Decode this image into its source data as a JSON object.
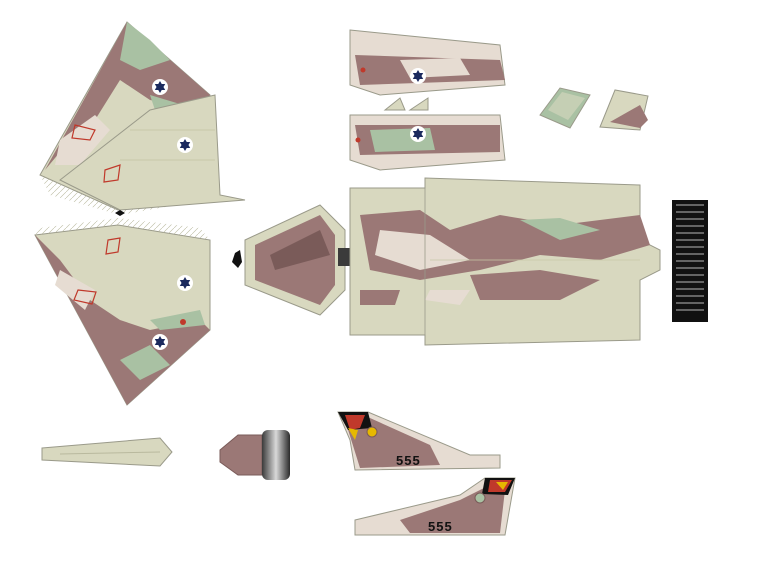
{
  "sheet": {
    "colors": {
      "tan": "#d8d8bf",
      "tan_dark": "#c7c7a8",
      "sand": "#e6dcd2",
      "brown": "#9b7876",
      "brown_dark": "#7a5b59",
      "green": "#a9c1a3",
      "roundel": "#1b2a5e",
      "accent_red": "#c0392b",
      "accent_yellow": "#e6b800",
      "outline": "#9a9a8a"
    },
    "icons": [
      "star-of-david-roundel",
      "tail-flash"
    ],
    "tail_number_upper": "555",
    "tail_number_lower": "555"
  }
}
